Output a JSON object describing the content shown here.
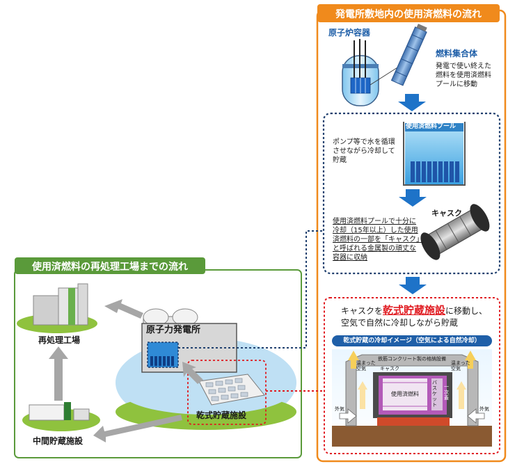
{
  "right_panel": {
    "title": "発電所敷地内の使用済燃料の流れ",
    "reactor_label": "原子炉容器",
    "assembly_label": "燃料集合体",
    "assembly_desc": [
      "発電で使い終えた",
      "燃料を使用済燃料",
      "プールに移動"
    ],
    "pool_label": "使用済燃料プール",
    "pool_desc": [
      "ポンプ等で水を循環",
      "させながら冷却して",
      "貯蔵"
    ],
    "cask_label": "キャスク",
    "cask_desc": [
      "使用済燃料プールで十分に",
      "冷却（15年以上）した使用",
      "済燃料の一部を「キャスク」",
      "と呼ばれる金属製の頑丈な",
      "容器に収納"
    ]
  },
  "dry_box": {
    "text_pre": "キャスクを",
    "text_highlight": "乾式貯蔵施設",
    "text_post": "に移動し、",
    "text_line2": "空気で自然に冷却しながら貯蔵",
    "image_title": "乾式貯蔵の冷却イメージ（空気による自然冷却）",
    "building_label": "鉄筋コンクリート製の格納設備",
    "cask_inner_label": "キャスク",
    "fuel_label": "使用済燃料",
    "basket_label": "バスケット",
    "lid_label": "一次蓋",
    "warm_air_left": [
      "温まった",
      "空気"
    ],
    "warm_air_right": [
      "温まった",
      "空気"
    ],
    "outside_air_left": "外気",
    "outside_air_right": "外気"
  },
  "left_panel": {
    "title": "使用済燃料の再処理工場までの流れ",
    "plant_label": "原子力発電所",
    "reprocessing_label": "再処理工場",
    "interim_label": "中間貯蔵施設",
    "dry_storage_label": "乾式貯蔵施設"
  },
  "colors": {
    "orange": "#f08a1c",
    "green": "#5a9a3a",
    "navy": "#1f3f6e",
    "red_dashed": "#e0191f",
    "arrow_blue": "#1e73c8",
    "arrow_gray": "#a6a6a6"
  }
}
